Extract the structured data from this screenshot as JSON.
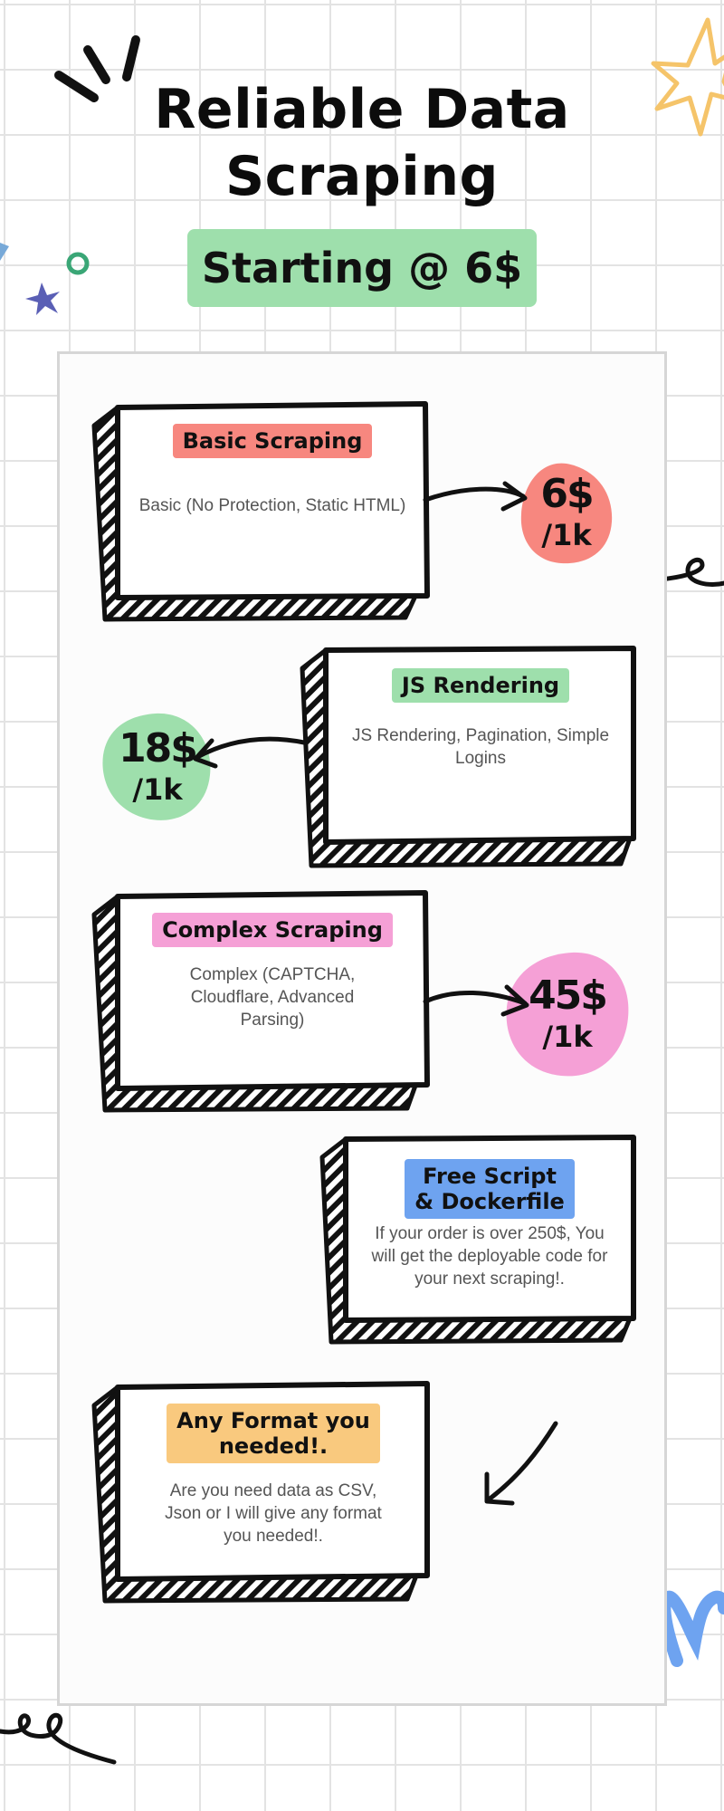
{
  "header": {
    "title_line1": "Reliable Data",
    "title_line2": "Scraping",
    "badge": "Starting @ 6$"
  },
  "cards": [
    {
      "tag": "Basic Scraping",
      "desc": "Basic (No Protection, Static HTML)",
      "tag_color": "#f7877f"
    },
    {
      "tag": "JS Rendering",
      "desc": "JS Rendering, Pagination, Simple Logins",
      "tag_color": "#9edfac"
    },
    {
      "tag": "Complex Scraping",
      "desc": "Complex (CAPTCHA, Cloudflare, Advanced Parsing)",
      "tag_color": "#f5a0d6"
    },
    {
      "tag_line1": "Free Script",
      "tag_line2": "& Dockerfile",
      "desc": "If your order is over 250$, You will get the deployable code for your next scraping!.",
      "tag_color": "#6ea3f0"
    },
    {
      "tag_line1": "Any Format you",
      "tag_line2": "needed!.",
      "desc": "Are you need data as CSV, Json or I will give any format you needed!.",
      "tag_color": "#f9c97e"
    }
  ],
  "prices": [
    {
      "amount": "6$",
      "unit": "/1k",
      "color": "#f7877f"
    },
    {
      "amount": "18$",
      "unit": "/1k",
      "color": "#9edfac"
    },
    {
      "amount": "45$",
      "unit": "/1k",
      "color": "#f5a0d6"
    }
  ],
  "icons": [
    "burst-lines-icon",
    "star-outline-icon",
    "asterisk-icon",
    "circle-icon",
    "squiggle-icon",
    "arrow-icon"
  ]
}
